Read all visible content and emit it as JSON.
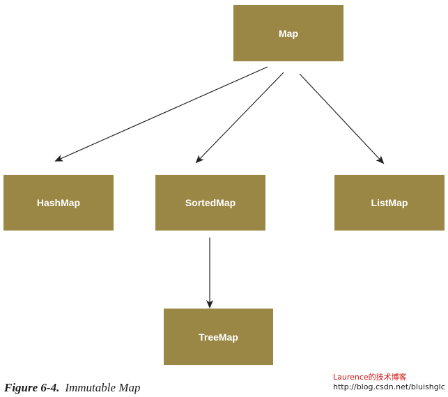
{
  "nodes": {
    "map": "Map",
    "hashmap": "HashMap",
    "sortedmap": "SortedMap",
    "listmap": "ListMap",
    "treemap": "TreeMap"
  },
  "edges": [
    {
      "from": "map",
      "to": "hashmap"
    },
    {
      "from": "map",
      "to": "sortedmap"
    },
    {
      "from": "map",
      "to": "listmap"
    },
    {
      "from": "sortedmap",
      "to": "treemap"
    }
  ],
  "caption": {
    "figure_number": "Figure 6-4.",
    "title": "Immutable Map"
  },
  "watermark": {
    "blog_name": "Laurence的技术博客",
    "url": "http://blog.csdn.net/bluishglc"
  },
  "colors": {
    "node_fill": "#9a8745",
    "node_text": "#ffffff",
    "arrow": "#222222",
    "watermark": "#d01010"
  }
}
